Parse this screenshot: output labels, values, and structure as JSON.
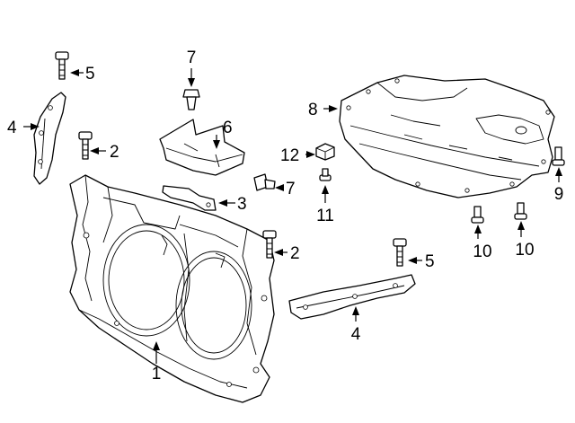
{
  "callouts": {
    "c1": "1",
    "c2a": "2",
    "c2b": "2",
    "c3": "3",
    "c4a": "4",
    "c4b": "4",
    "c5a": "5",
    "c5b": "5",
    "c6": "6",
    "c7a": "7",
    "c7b": "7",
    "c8": "8",
    "c9": "9",
    "c10a": "10",
    "c10b": "10",
    "c11": "11",
    "c12": "12"
  }
}
